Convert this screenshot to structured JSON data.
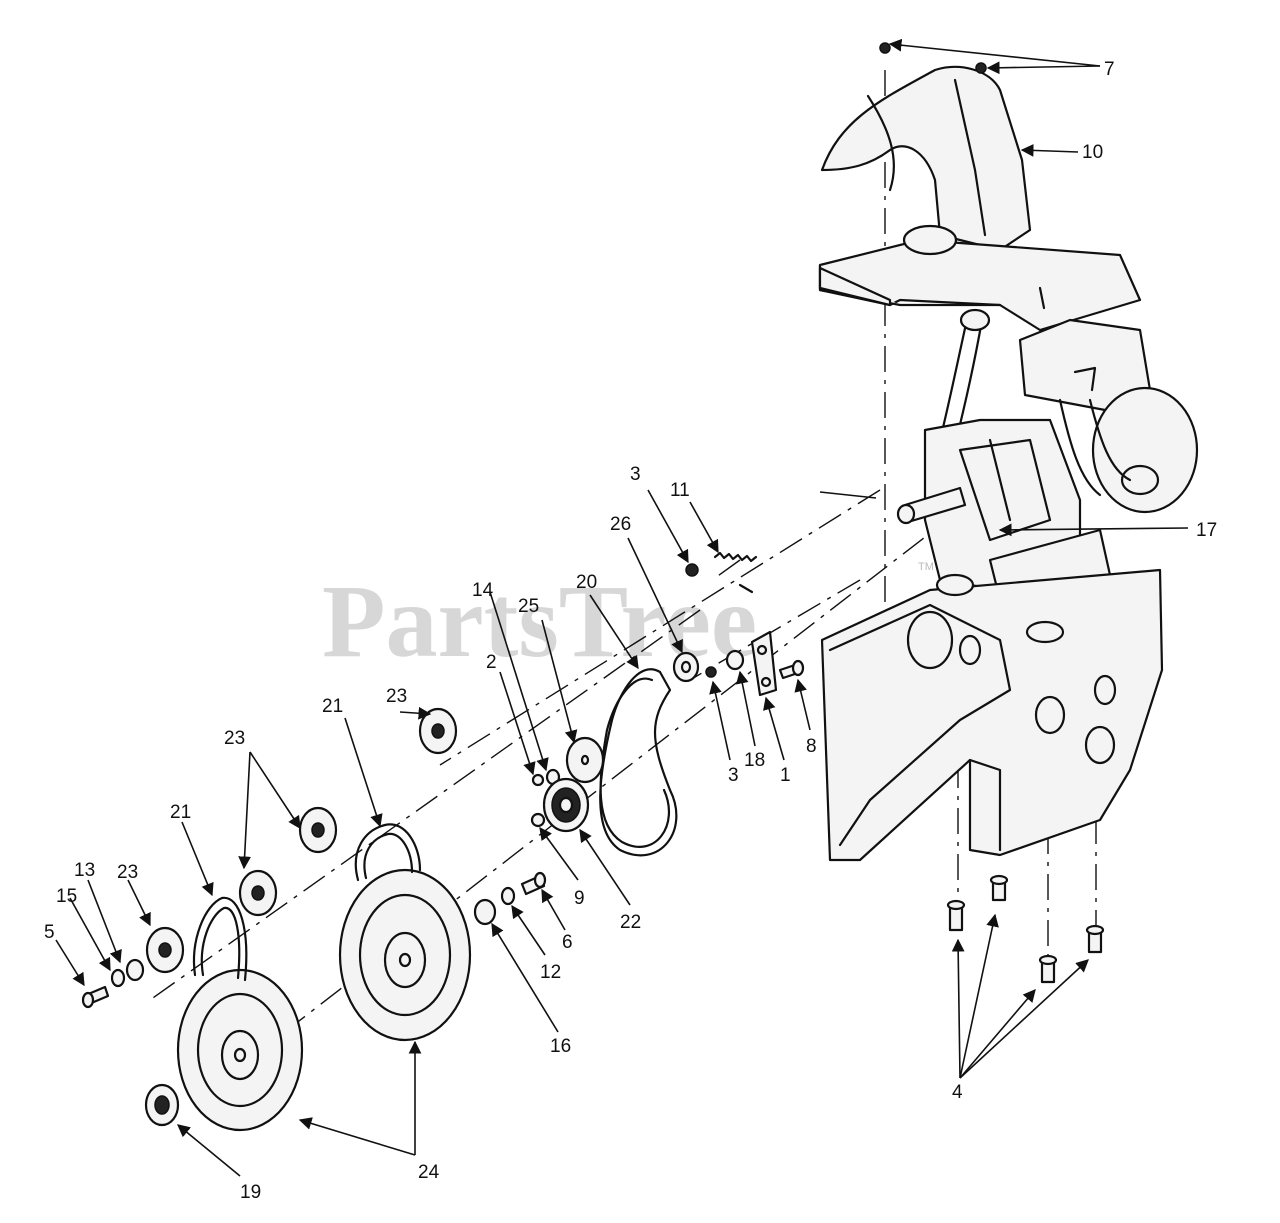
{
  "watermark": {
    "text": "PartsTree",
    "mark": "TM"
  },
  "callouts": {
    "c7": "7",
    "c10": "10",
    "c17": "17",
    "c3a": "3",
    "c11": "11",
    "c26": "26",
    "c20": "20",
    "c14": "14",
    "c25": "25",
    "c2": "2",
    "c23a": "23",
    "c21a": "21",
    "c23b": "23",
    "c21b": "21",
    "c13": "13",
    "c23c": "23",
    "c15": "15",
    "c5": "5",
    "c18": "18",
    "c3b": "3",
    "c1": "1",
    "c8": "8",
    "c9": "9",
    "c22": "22",
    "c6": "6",
    "c12": "12",
    "c16": "16",
    "c24": "24",
    "c19": "19",
    "c4": "4"
  }
}
